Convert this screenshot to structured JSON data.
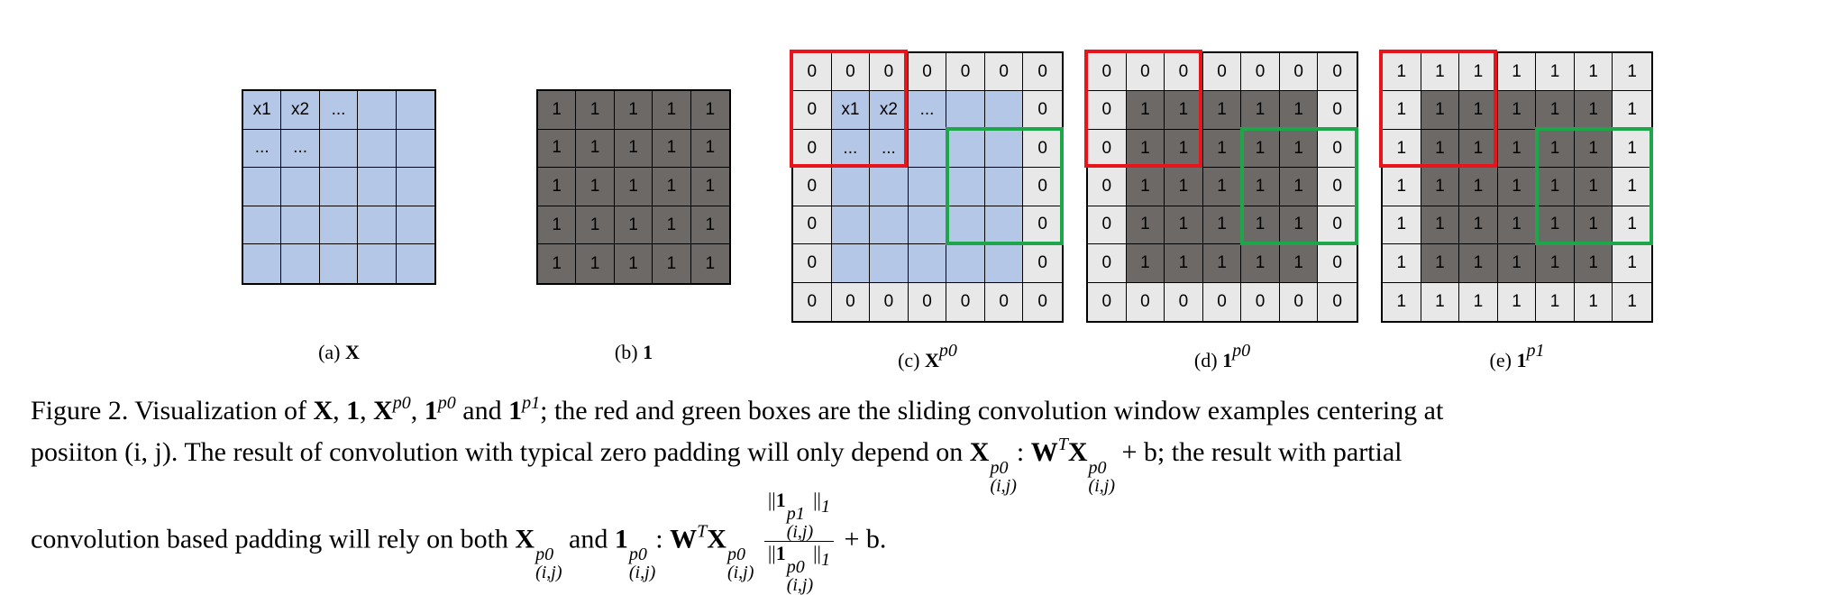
{
  "panels": [
    {
      "id": "a",
      "label_prefix": "(a)",
      "label_symbol": "X",
      "label_sup": "",
      "cols": 5,
      "cells": [
        [
          "x1",
          "x2",
          "...",
          "",
          ""
        ],
        [
          "...",
          "...",
          "",
          "",
          ""
        ],
        [
          "",
          "",
          "",
          "",
          ""
        ],
        [
          "",
          "",
          "",
          "",
          ""
        ],
        [
          "",
          "",
          "",
          "",
          ""
        ]
      ],
      "fills": [
        [
          "L",
          "L",
          "L",
          "L",
          "L"
        ],
        [
          "L",
          "L",
          "L",
          "L",
          "L"
        ],
        [
          "L",
          "L",
          "L",
          "L",
          "L"
        ],
        [
          "L",
          "L",
          "L",
          "L",
          "L"
        ],
        [
          "L",
          "L",
          "L",
          "L",
          "L"
        ]
      ]
    },
    {
      "id": "b",
      "label_prefix": "(b)",
      "label_symbol": "1",
      "label_sup": "",
      "cols": 5,
      "cells": [
        [
          "1",
          "1",
          "1",
          "1",
          "1"
        ],
        [
          "1",
          "1",
          "1",
          "1",
          "1"
        ],
        [
          "1",
          "1",
          "1",
          "1",
          "1"
        ],
        [
          "1",
          "1",
          "1",
          "1",
          "1"
        ],
        [
          "1",
          "1",
          "1",
          "1",
          "1"
        ]
      ],
      "fills": [
        [
          "D",
          "D",
          "D",
          "D",
          "D"
        ],
        [
          "D",
          "D",
          "D",
          "D",
          "D"
        ],
        [
          "D",
          "D",
          "D",
          "D",
          "D"
        ],
        [
          "D",
          "D",
          "D",
          "D",
          "D"
        ],
        [
          "D",
          "D",
          "D",
          "D",
          "D"
        ]
      ]
    },
    {
      "id": "c",
      "label_prefix": "(c)",
      "label_symbol": "X",
      "label_sup": "p0",
      "cols": 7,
      "cells": [
        [
          "0",
          "0",
          "0",
          "0",
          "0",
          "0",
          "0"
        ],
        [
          "0",
          "x1",
          "x2",
          "...",
          "",
          "",
          "0"
        ],
        [
          "0",
          "...",
          "...",
          "",
          "",
          "",
          "0"
        ],
        [
          "0",
          "",
          "",
          "",
          "",
          "",
          "0"
        ],
        [
          "0",
          "",
          "",
          "",
          "",
          "",
          "0"
        ],
        [
          "0",
          "",
          "",
          "",
          "",
          "",
          "0"
        ],
        [
          "0",
          "0",
          "0",
          "0",
          "0",
          "0",
          "0"
        ]
      ],
      "fills": [
        [
          "G",
          "G",
          "G",
          "G",
          "G",
          "G",
          "G"
        ],
        [
          "G",
          "L",
          "L",
          "L",
          "L",
          "L",
          "G"
        ],
        [
          "G",
          "L",
          "L",
          "L",
          "L",
          "L",
          "G"
        ],
        [
          "G",
          "L",
          "L",
          "L",
          "L",
          "L",
          "G"
        ],
        [
          "G",
          "L",
          "L",
          "L",
          "L",
          "L",
          "G"
        ],
        [
          "G",
          "L",
          "L",
          "L",
          "L",
          "L",
          "G"
        ],
        [
          "G",
          "G",
          "G",
          "G",
          "G",
          "G",
          "G"
        ]
      ]
    },
    {
      "id": "d",
      "label_prefix": "(d)",
      "label_symbol": "1",
      "label_sup": "p0",
      "cols": 7,
      "cells": [
        [
          "0",
          "0",
          "0",
          "0",
          "0",
          "0",
          "0"
        ],
        [
          "0",
          "1",
          "1",
          "1",
          "1",
          "1",
          "0"
        ],
        [
          "0",
          "1",
          "1",
          "1",
          "1",
          "1",
          "0"
        ],
        [
          "0",
          "1",
          "1",
          "1",
          "1",
          "1",
          "0"
        ],
        [
          "0",
          "1",
          "1",
          "1",
          "1",
          "1",
          "0"
        ],
        [
          "0",
          "1",
          "1",
          "1",
          "1",
          "1",
          "0"
        ],
        [
          "0",
          "0",
          "0",
          "0",
          "0",
          "0",
          "0"
        ]
      ],
      "fills": [
        [
          "G",
          "G",
          "G",
          "G",
          "G",
          "G",
          "G"
        ],
        [
          "G",
          "D",
          "D",
          "D",
          "D",
          "D",
          "G"
        ],
        [
          "G",
          "D",
          "D",
          "D",
          "D",
          "D",
          "G"
        ],
        [
          "G",
          "D",
          "D",
          "D",
          "D",
          "D",
          "G"
        ],
        [
          "G",
          "D",
          "D",
          "D",
          "D",
          "D",
          "G"
        ],
        [
          "G",
          "D",
          "D",
          "D",
          "D",
          "D",
          "G"
        ],
        [
          "G",
          "G",
          "G",
          "G",
          "G",
          "G",
          "G"
        ]
      ]
    },
    {
      "id": "e",
      "label_prefix": "(e)",
      "label_symbol": "1",
      "label_sup": "p1",
      "cols": 7,
      "cells": [
        [
          "1",
          "1",
          "1",
          "1",
          "1",
          "1",
          "1"
        ],
        [
          "1",
          "1",
          "1",
          "1",
          "1",
          "1",
          "1"
        ],
        [
          "1",
          "1",
          "1",
          "1",
          "1",
          "1",
          "1"
        ],
        [
          "1",
          "1",
          "1",
          "1",
          "1",
          "1",
          "1"
        ],
        [
          "1",
          "1",
          "1",
          "1",
          "1",
          "1",
          "1"
        ],
        [
          "1",
          "1",
          "1",
          "1",
          "1",
          "1",
          "1"
        ],
        [
          "1",
          "1",
          "1",
          "1",
          "1",
          "1",
          "1"
        ]
      ],
      "fills": [
        [
          "G",
          "G",
          "G",
          "G",
          "G",
          "G",
          "G"
        ],
        [
          "G",
          "D",
          "D",
          "D",
          "D",
          "D",
          "G"
        ],
        [
          "G",
          "D",
          "D",
          "D",
          "D",
          "D",
          "G"
        ],
        [
          "G",
          "D",
          "D",
          "D",
          "D",
          "D",
          "G"
        ],
        [
          "G",
          "D",
          "D",
          "D",
          "D",
          "D",
          "G"
        ],
        [
          "G",
          "D",
          "D",
          "D",
          "D",
          "D",
          "G"
        ],
        [
          "G",
          "G",
          "G",
          "G",
          "G",
          "G",
          "G"
        ]
      ]
    }
  ],
  "colors": {
    "input_fill": "#b4c7e7",
    "padding_fill": "#e8e8e8",
    "ones_fill": "#6d6966",
    "red_window": "#e8141b",
    "green_window": "#1ea64b"
  },
  "caption": {
    "fig": "Figure 2.",
    "t1": "Visualization of",
    "t2": "and",
    "t3": "; the red and green boxes are the sliding convolution window examples centering at",
    "t4": "posiiton (i, j).",
    "t5": "The result of convolution with typical zero padding will only depend on",
    "t6": "; the result with partial",
    "t7": "convolution based padding will rely on both",
    "t8": "and",
    "plus_b": "+ b",
    "plus_b_end": "+ b.",
    "sym_X": "X",
    "sym_1": "1",
    "sym_W": "W",
    "sup_T": "T",
    "sup_p0": "p0",
    "sup_p1": "p1",
    "sub_ij": "(i,j)",
    "norm_bar": "||",
    "norm_sub": "1",
    "comma": ",",
    "colon": ":"
  }
}
